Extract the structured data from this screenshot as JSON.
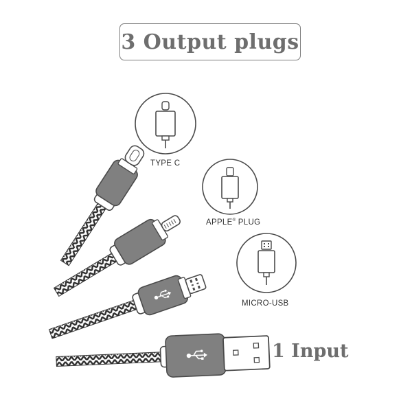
{
  "title": "3 Output plugs",
  "plugs": [
    {
      "label": "TYPE C"
    },
    {
      "label": "APPLE",
      "sup": "®",
      "suffix": " PLUG"
    },
    {
      "label": "MICRO-USB"
    }
  ],
  "input_label": "1 Input",
  "colors": {
    "outline": "#4a4a4a",
    "housing": "#808080",
    "braid": "#2e2e2e",
    "title_text": "#6e6e6e"
  },
  "icons": [
    "usb-symbol-icon"
  ]
}
